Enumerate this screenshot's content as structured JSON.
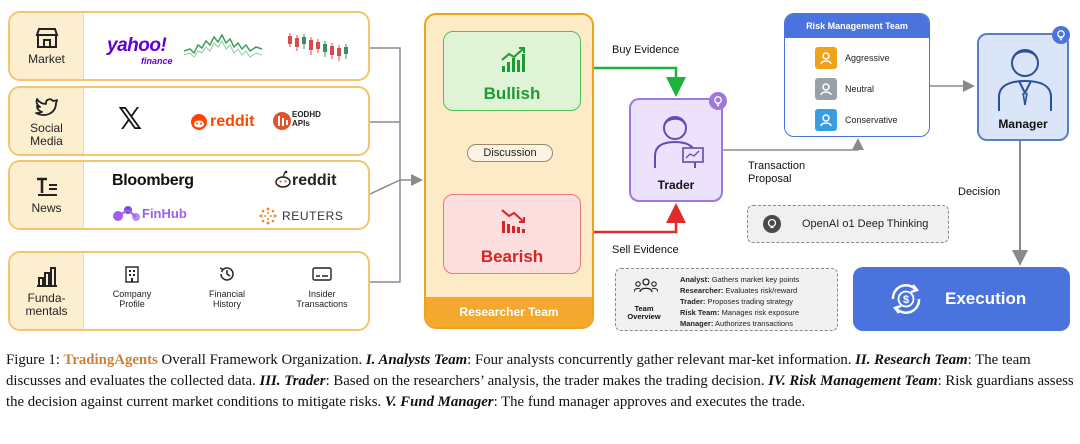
{
  "analysts": {
    "market": {
      "label": "Market",
      "logos": {
        "yahoo": "yahoo!",
        "yahoo_sub": "finance"
      }
    },
    "social": {
      "label_line1": "Social",
      "label_line2": "Media",
      "logos": {
        "x": "𝕏",
        "reddit": "reddit",
        "eodhd_line1": "EODHD",
        "eodhd_line2": "APIs"
      }
    },
    "news": {
      "label": "News",
      "logos": {
        "bloomberg": "Bloomberg",
        "reddit": "reddit",
        "finhub": "FinHub",
        "reuters": "REUTERS"
      }
    },
    "fundamentals": {
      "label_line1": "Funda-",
      "label_line2": "mentals",
      "items": [
        {
          "line1": "Company",
          "line2": "Profile"
        },
        {
          "line1": "Financial",
          "line2": "History"
        },
        {
          "line1": "Insider",
          "line2": "Transactions"
        }
      ]
    }
  },
  "researcher_team": {
    "title": "Researcher Team",
    "bullish": "Bullish",
    "bearish": "Bearish",
    "discussion": "Discussion"
  },
  "flow_labels": {
    "buy_evidence": "Buy Evidence",
    "sell_evidence": "Sell Evidence",
    "transaction_line1": "Transaction",
    "transaction_line2": "Proposal",
    "decision": "Decision"
  },
  "trader": {
    "title": "Trader"
  },
  "risk_team": {
    "title": "Risk Management Team",
    "members": [
      "Aggressive",
      "Neutral",
      "Conservative"
    ]
  },
  "manager": {
    "title": "Manager"
  },
  "execution": {
    "title": "Execution"
  },
  "openai": {
    "label": "OpenAI o1 Deep Thinking"
  },
  "overview": {
    "title_line1": "Team",
    "title_line2": "Overview",
    "lines": [
      {
        "role": "Analyst:",
        "desc": "Gathers market key points"
      },
      {
        "role": "Researcher:",
        "desc": "Evaluates risk/reward"
      },
      {
        "role": "Trader:",
        "desc": "Proposes trading strategy"
      },
      {
        "role": "Risk Team:",
        "desc": "Manages risk exposure"
      },
      {
        "role": "Manager:",
        "desc": "Authorizes transactions"
      }
    ]
  },
  "caption": {
    "prefix": "Figure 1: ",
    "brand": "TradingAgents",
    "s0": " Overall Framework Organization. ",
    "t1": "I. Analysts Team",
    "s1": ": Four analysts concurrently gather relevant mar-ket information. ",
    "t2": "II. Research Team",
    "s2": ": The team discusses and evaluates the collected data. ",
    "t3": "III. Trader",
    "s3": ": Based on the researchers’ analysis, the trader makes the trading decision. ",
    "t4": "IV. Risk Management Team",
    "s4": ": Risk guardians assess the decision against current market conditions to mitigate risks. ",
    "t5": "V. Fund Manager",
    "s5": ": The fund manager approves and executes the trade."
  },
  "colors": {
    "orange": "#f0a31a",
    "green": "#1f9a35",
    "red": "#d62525",
    "purple": "#9e78dc",
    "blue": "#4b73dd",
    "brand": "#c9823a"
  }
}
